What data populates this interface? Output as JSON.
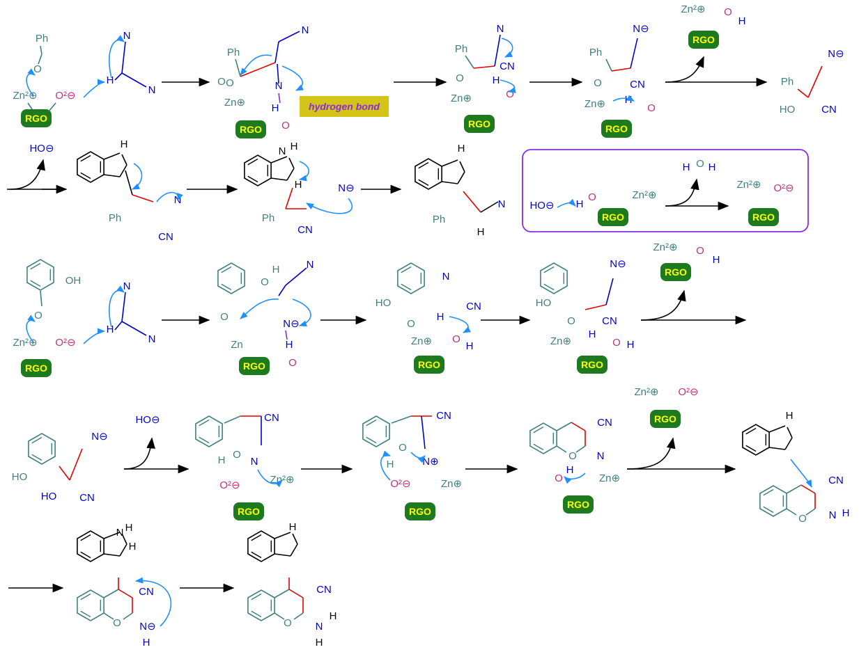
{
  "labels": {
    "Ph": "Ph",
    "RGO": "RGO",
    "Zn2p": "Zn²⊕",
    "Znp": "Zn⊕",
    "Zn": "Zn",
    "O2m": "O²⊖",
    "O": "O",
    "N": "N",
    "Nm": "N⊖",
    "Np": "N⊕",
    "H": "H",
    "CN": "CN",
    "OH": "OH",
    "HO": "HO",
    "HOm": "HO⊖",
    "Hm": "H",
    "hydrogen_bond": "hydrogen bond"
  },
  "colors": {
    "teal": "#3f7f7f",
    "blue": "#0000cc",
    "magenta": "#c0307a",
    "arrow_blue": "#1e90ff",
    "green_box": "#1e7a1e",
    "rgo_text": "#ffff00",
    "red": "#e00000",
    "purple": "#8a2be2",
    "hb_bg": "#d4c418",
    "hb_text": "#8a2be2",
    "black": "#000000"
  }
}
